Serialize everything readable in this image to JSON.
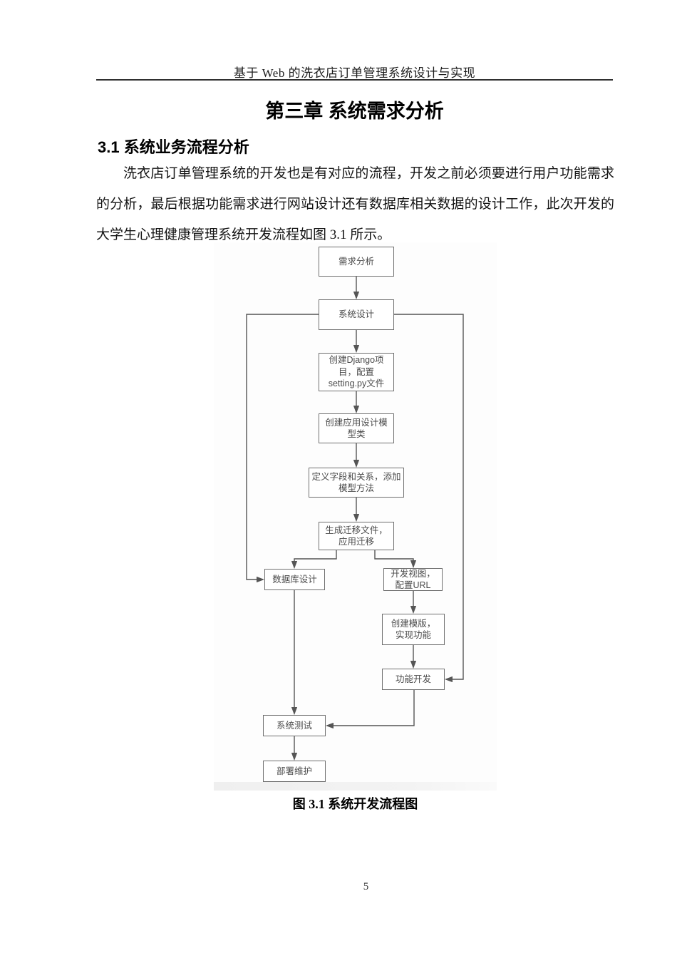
{
  "header": {
    "running_title": "基于 Web 的洗衣店订单管理系统设计与实现"
  },
  "chapter_title": "第三章 系统需求分析",
  "section": {
    "heading": "3.1 系统业务流程分析",
    "paragraph": "洗衣店订单管理系统的开发也是有对应的流程，开发之前必须要进行用户功能需求的分析，最后根据功能需求进行网站设计还有数据库相关数据的设计工作，此次开发的大学生心理健康管理系统开发流程如图 3.1 所示。"
  },
  "figure": {
    "caption": "图 3.1 系统开发流程图",
    "flowchart": {
      "nodes": [
        {
          "id": "requirement-analysis",
          "label": "需求分析"
        },
        {
          "id": "system-design",
          "label": "系统设计"
        },
        {
          "id": "create-django-project",
          "label": "创建Django项目，配置setting.py文件"
        },
        {
          "id": "create-app-models",
          "label": "创建应用设计模型类"
        },
        {
          "id": "define-fields-relations",
          "label": "定义字段和关系，添加模型方法"
        },
        {
          "id": "generate-migrations",
          "label": "生成迁移文件，应用迁移"
        },
        {
          "id": "database-design",
          "label": "数据库设计"
        },
        {
          "id": "develop-views-urls",
          "label": "开发视图，配置URL"
        },
        {
          "id": "create-templates",
          "label": "创建模版，实现功能"
        },
        {
          "id": "feature-development",
          "label": "功能开发"
        },
        {
          "id": "system-testing",
          "label": "系统测试"
        },
        {
          "id": "deploy-maintenance",
          "label": "部署维护"
        }
      ],
      "colors": {
        "box_border": "#6f6f6f",
        "box_text": "#4a4a4a",
        "connector": "#555555"
      }
    }
  },
  "footer": {
    "page_number": "5"
  }
}
